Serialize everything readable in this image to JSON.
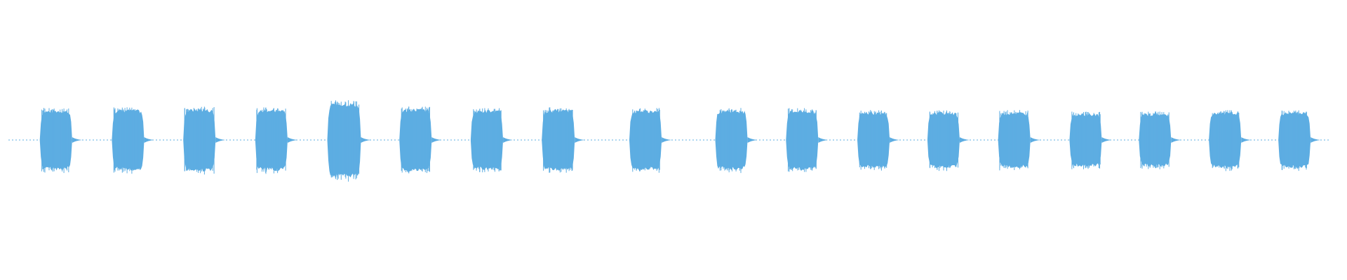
{
  "waveform": {
    "color": "#5dade2",
    "baseline_color": "#5dade2",
    "burst_count": 18,
    "bursts": [
      {
        "center": 0.036,
        "width": 0.0245,
        "amplitude": 0.45
      },
      {
        "center": 0.0905,
        "width": 0.0245,
        "amplitude": 0.46
      },
      {
        "center": 0.1445,
        "width": 0.0245,
        "amplitude": 0.47
      },
      {
        "center": 0.199,
        "width": 0.0245,
        "amplitude": 0.46
      },
      {
        "center": 0.254,
        "width": 0.0255,
        "amplitude": 0.56
      },
      {
        "center": 0.308,
        "width": 0.0245,
        "amplitude": 0.47
      },
      {
        "center": 0.362,
        "width": 0.0245,
        "amplitude": 0.45
      },
      {
        "center": 0.416,
        "width": 0.025,
        "amplitude": 0.46
      },
      {
        "center": 0.482,
        "width": 0.0245,
        "amplitude": 0.45
      },
      {
        "center": 0.547,
        "width": 0.0245,
        "amplitude": 0.45
      },
      {
        "center": 0.6005,
        "width": 0.0245,
        "amplitude": 0.45
      },
      {
        "center": 0.6545,
        "width": 0.0245,
        "amplitude": 0.42
      },
      {
        "center": 0.7075,
        "width": 0.0245,
        "amplitude": 0.42
      },
      {
        "center": 0.761,
        "width": 0.0245,
        "amplitude": 0.42
      },
      {
        "center": 0.815,
        "width": 0.0245,
        "amplitude": 0.4
      },
      {
        "center": 0.8675,
        "width": 0.0245,
        "amplitude": 0.4
      },
      {
        "center": 0.9205,
        "width": 0.0245,
        "amplitude": 0.42
      },
      {
        "center": 0.973,
        "width": 0.0245,
        "amplitude": 0.42
      }
    ]
  }
}
